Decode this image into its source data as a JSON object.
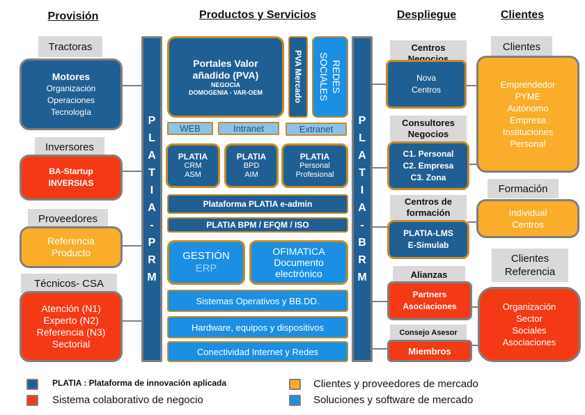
{
  "headers": {
    "provision": "Provisión",
    "productos": "Productos y Servicios",
    "despliegue": "Despliegue",
    "clientes": "Clientes"
  },
  "provision": {
    "tractoras_tag": "Tractoras",
    "motores_title": "Motores",
    "motores_lines": [
      "Organización",
      "Operaciones",
      "Tecnología"
    ],
    "inversores_tag": "Inversores",
    "inversores_lines": [
      "BA-Startup",
      "INVERSIAS"
    ],
    "proveedores_tag": "Proveedores",
    "proveedores_lines": [
      "Referencia",
      "Producto"
    ],
    "tecnicos_tag": "Técnicos- CSA",
    "tecnicos_lines": [
      "Atención (N1)",
      "Experto (N2)",
      "Referencia (N3)",
      "Sectorial"
    ]
  },
  "prm_letters": [
    "P",
    "L",
    "A",
    "T",
    "I",
    "A",
    "-",
    "P",
    "R",
    "M"
  ],
  "brm_letters": [
    "P",
    "L",
    "A",
    "T",
    "I",
    "A",
    "-",
    "B",
    "R",
    "M"
  ],
  "productos": {
    "pva_title": [
      "Portales Valor",
      "añadido (PVA)"
    ],
    "pva_sub": [
      "NEGOCIA",
      "DOMOGENIA  - VAR-OEM"
    ],
    "pva_mercado": "PVA Mercado",
    "redes_sociales": [
      "REDES",
      "SOCIALES"
    ],
    "web": "WEB",
    "intranet": "Intranet",
    "extranet": "Extranet",
    "platia_crm": [
      "PLATIA",
      "CRM",
      "ASM"
    ],
    "platia_bpd": [
      "PLATIA",
      "BPD",
      "AIM"
    ],
    "platia_personal": [
      "PLATIA",
      "Personal",
      "Profesional"
    ],
    "plataforma_eadmin": "Plataforma PLATIA e-admin",
    "platia_bpm": "PLATIA BPM / EFQM / ISO",
    "gestion": "GESTIÓN",
    "erp": "ERP",
    "ofimatica": [
      "OFIMATICA",
      "Documento",
      "electrónico"
    ],
    "sistemas": "Sistemas Operativos y BB.DD.",
    "hardware": "Hardware, equipos y dispositivos",
    "conectividad": "Conectividad Internet y Redes"
  },
  "despliegue": {
    "centros_tag": [
      "Centros",
      "Negocios"
    ],
    "centros_lines": [
      "Nova",
      "Centros"
    ],
    "consultores_tag": [
      "Consultores",
      "Negocios"
    ],
    "consultores_lines": [
      "C1. Personal",
      "C2. Empresa",
      "C3. Zona"
    ],
    "formacion_tag": [
      "Centros de",
      "formación"
    ],
    "formacion_lines": [
      "PLATIA-LMS",
      "E-Simulab"
    ],
    "alianzas_tag": "Alianzas",
    "alianzas_lines": [
      "Partners",
      "Asociaciones"
    ],
    "consejo_tag": "Consejo Asesor",
    "miembros": "Miembros"
  },
  "clientes": {
    "clientes_tag": "Clientes",
    "clientes_lines": [
      "Emprendedor",
      "PYME",
      "Autónomo",
      "Empresa",
      "Instituciones",
      "Personal"
    ],
    "formacion_tag": "Formación",
    "formacion_lines": [
      "Individual",
      "Centros"
    ],
    "referencia_tag": [
      "Clientes",
      "Referencia"
    ],
    "referencia_lines": [
      "Organización",
      "Sector",
      "Sociales",
      "Asociaciones"
    ]
  },
  "legend": [
    {
      "label": "PLATIA : Plataforma de innovación aplicada",
      "color": "#1f5f93"
    },
    {
      "label": "Sistema colaborativo de negocio",
      "color": "#f43a14"
    },
    {
      "label": "Clientes y proveedores de mercado",
      "color": "#f9ad2a"
    },
    {
      "label": "Soluciones y software de mercado",
      "color": "#1a8fe3"
    }
  ]
}
